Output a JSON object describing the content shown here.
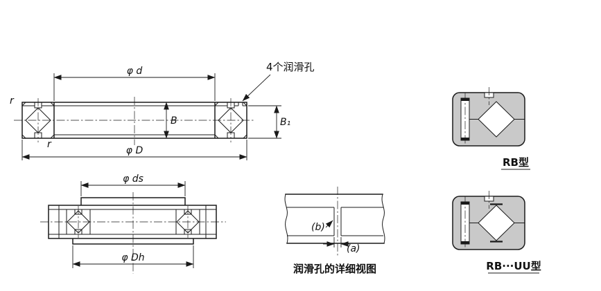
{
  "colors": {
    "line": "#1a1a1a",
    "gray_fill": "#c9c9c9",
    "background": "#ffffff"
  },
  "main_view": {
    "dim_bore_diameter": "φ d",
    "lube_holes_label": "4个润滑孔",
    "fillet_top_left": "r",
    "fillet_inner": "r",
    "dim_width": "B",
    "dim_outer_ring_width": "B₁",
    "dim_outer_diameter": "φ D"
  },
  "mounting_view": {
    "dim_shaft_shoulder_diameter": "φ ds",
    "dim_housing_shoulder_diameter": "φ Dh"
  },
  "lube_hole_detail": {
    "dim_b": "(b)",
    "dim_a": "(a)",
    "caption": "润滑孔的详细视图"
  },
  "type_views": {
    "rb_label": "RB型",
    "rbuu_label": "RB···UU型"
  }
}
